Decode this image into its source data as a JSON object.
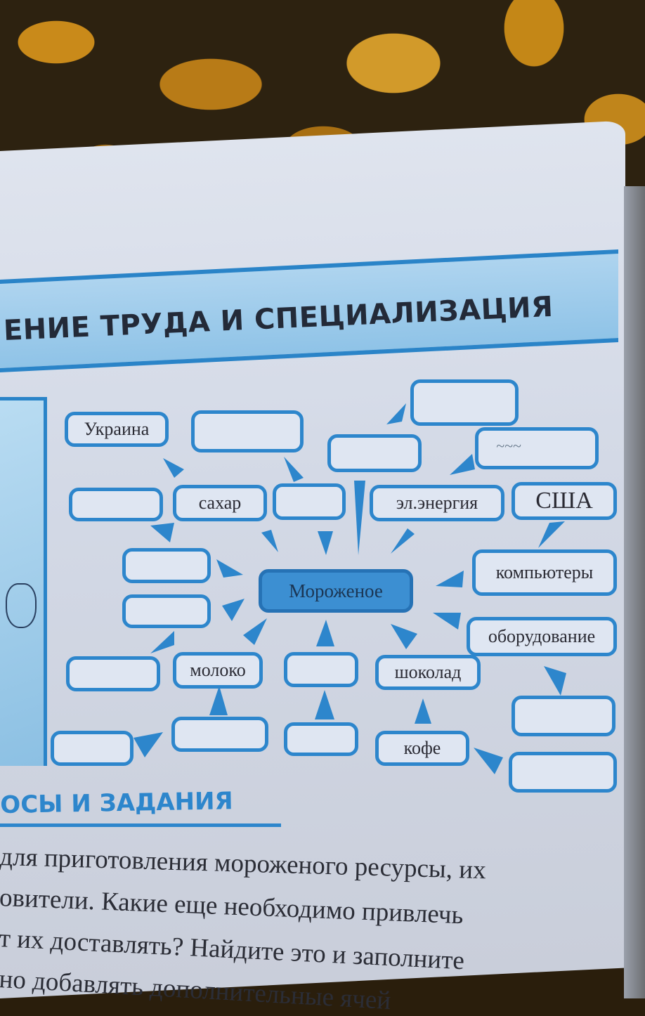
{
  "title": "ЕНИЕ ТРУДА И СПЕЦИАЛИЗАЦИЯ",
  "diagram": {
    "center": "Мороженое",
    "nodes": {
      "ukraina": "Украина",
      "sahar": "сахар",
      "el_energiya": "эл.энергия",
      "ssha": "США",
      "kompyutery": "компьютеры",
      "oborudovanie": "оборудование",
      "moloko": "молоко",
      "shokolad": "шоколад",
      "kofe": "кофе"
    }
  },
  "section_title": "ОСЫ И ЗАДАНИЯ",
  "body_lines": [
    "для приготовления мороженого ресурсы, их",
    "овители. Какие еще необходимо привлечь",
    "т их доставлять? Найдите это и заполните",
    "но добавлять дополнительные ячей"
  ],
  "colors": {
    "accent": "#2d86cc",
    "center_fill": "#3c8fd2",
    "banner": "#a6cfec"
  }
}
